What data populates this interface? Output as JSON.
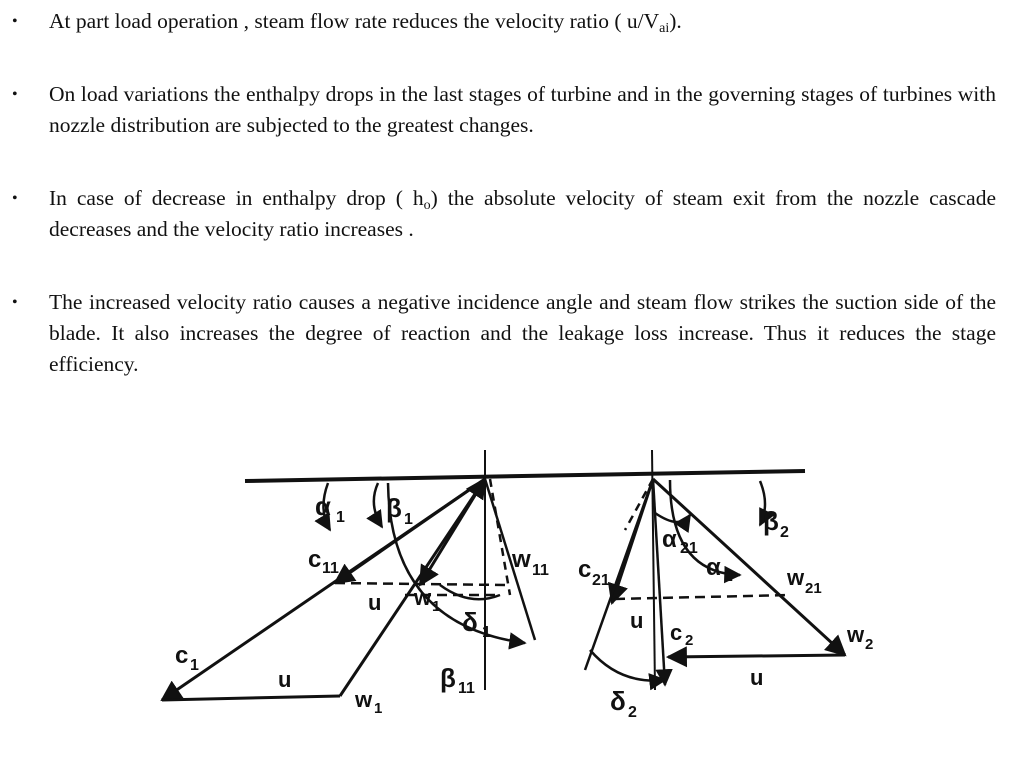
{
  "bullets": [
    {
      "pre": "At part load operation , steam flow rate reduces the velocity ratio ( u/V",
      "sub": "ai",
      "post": ")."
    },
    {
      "text": "On load variations the enthalpy drops in the last stages of turbine and in the governing stages of turbines with nozzle distribution are subjected to the greatest changes."
    },
    {
      "pre": "In case of decrease in enthalpy drop ( h",
      "sub": "o",
      "post": ") the absolute velocity of steam exit from the nozzle cascade decreases and the velocity ratio increases ."
    },
    {
      "text": "The increased velocity ratio causes a negative incidence angle and steam flow strikes the suction side of the blade. It also increases the degree of reaction and the leakage loss increase. Thus it reduces the stage efficiency."
    }
  ],
  "bullet_symbol": "•",
  "diagram": {
    "left_labels": {
      "alpha1": {
        "main": "α",
        "sub": "1"
      },
      "beta1": {
        "main": "β",
        "sub": "1"
      },
      "c11": {
        "main": "c",
        "sub": "11"
      },
      "w11": {
        "main": "w",
        "sub": "11"
      },
      "u_upper": {
        "main": "u"
      },
      "w1_upper": {
        "main": "w",
        "sub": "1"
      },
      "delta1": {
        "main": "δ",
        "sub": "1"
      },
      "c1": {
        "main": "c",
        "sub": "1"
      },
      "u_lower": {
        "main": "u"
      },
      "w1_lower": {
        "main": "w",
        "sub": "1"
      },
      "beta11": {
        "main": "β",
        "sub": "11"
      }
    },
    "right_labels": {
      "c21": {
        "main": "c",
        "sub": "21"
      },
      "alpha21": {
        "main": "α",
        "sub": "21"
      },
      "beta2": {
        "main": "β",
        "sub": "2"
      },
      "alpha2": {
        "main": "α",
        "sub": "2"
      },
      "w21": {
        "main": "w",
        "sub": "21"
      },
      "u_upper": {
        "main": "u"
      },
      "c2": {
        "main": "c",
        "sub": "2"
      },
      "w2": {
        "main": "w",
        "sub": "2"
      },
      "u_lower": {
        "main": "u"
      },
      "delta2": {
        "main": "δ",
        "sub": "2"
      }
    }
  }
}
